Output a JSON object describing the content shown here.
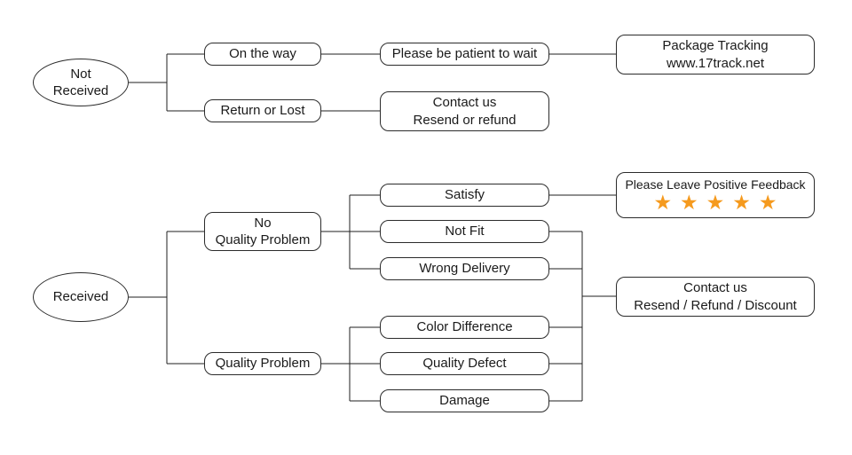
{
  "diagram": {
    "title": "order-problem-resolution-flowchart",
    "colors": {
      "background": "#ffffff",
      "line": "#1f1f1f",
      "node_border": "#2b2b2b",
      "text": "#1a1a1a",
      "star": "#f59a1e"
    },
    "nodes": {
      "not_received": {
        "lines": [
          "Not",
          "Received"
        ]
      },
      "on_the_way": {
        "label": "On the way"
      },
      "please_wait": {
        "label": "Please be patient to wait"
      },
      "package_tracking": {
        "lines": [
          "Package Tracking",
          "www.17track.net"
        ]
      },
      "return_or_lost": {
        "label": "Return or Lost"
      },
      "contact_resend_refund": {
        "lines": [
          "Contact us",
          "Resend or refund"
        ]
      },
      "received": {
        "label": "Received"
      },
      "no_quality_problem": {
        "lines": [
          "No",
          "Quality Problem"
        ]
      },
      "quality_problem": {
        "label": "Quality Problem"
      },
      "satisfy": {
        "label": "Satisfy"
      },
      "not_fit": {
        "label": "Not Fit"
      },
      "wrong_delivery": {
        "label": "Wrong Delivery"
      },
      "color_difference": {
        "label": "Color Difference"
      },
      "quality_defect": {
        "label": "Quality Defect"
      },
      "damage": {
        "label": "Damage"
      },
      "positive_feedback": {
        "label": "Please Leave Positive Feedback",
        "stars": "★★★★★",
        "star_count": 5
      },
      "contact_resend_refund_discount": {
        "lines": [
          "Contact us",
          "Resend / Refund / Discount"
        ]
      }
    }
  }
}
